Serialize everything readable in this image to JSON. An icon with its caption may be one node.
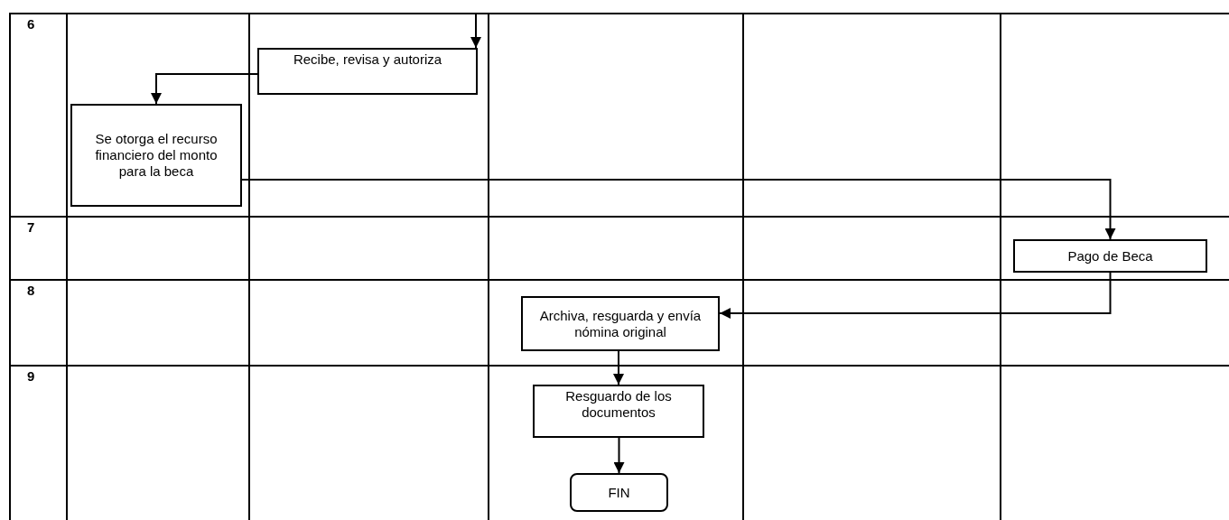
{
  "diagram": {
    "nodes": [
      {
        "text": [
          "Recibe, revisa y autoriza"
        ]
      },
      {
        "text": [
          "Se otorga el recurso financiero del monto para la beca"
        ]
      },
      {
        "text": [
          "Pago de Beca"
        ]
      },
      {
        "text": [
          "Archiva, resguarda y envía nómina original"
        ]
      },
      {
        "text": [
          "Resguardo de los documentos"
        ]
      },
      {
        "text": [
          "FIN"
        ]
      }
    ],
    "edges": [
      {
        "from": null,
        "to": 0,
        "arrow": "to"
      },
      {
        "from": 0,
        "to": 1,
        "arrow": "to"
      },
      {
        "from": 1,
        "to": 2,
        "arrow": "to"
      },
      {
        "from": 2,
        "to": 3,
        "arrow": "to"
      },
      {
        "from": 3,
        "to": 4,
        "arrow": "to"
      },
      {
        "from": 4,
        "to": 5,
        "arrow": "to"
      }
    ],
    "labels": [
      "6",
      "7",
      "8",
      "9"
    ]
  }
}
